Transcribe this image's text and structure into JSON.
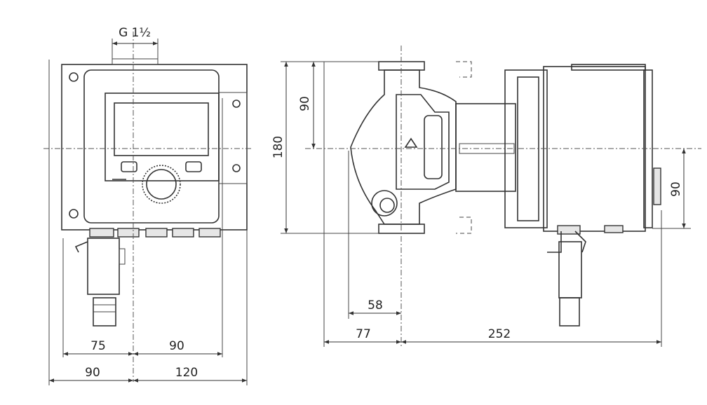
{
  "title": "Pump dimension drawing",
  "connection_label": "G 1½",
  "dimensions": {
    "front_left_inner": "75",
    "front_right_inner": "90",
    "front_left_outer": "90",
    "front_right_outer": "120",
    "total_height": "180",
    "upper_height": "90",
    "side_height_right": "90",
    "flange_offset": "58",
    "side_left": "77",
    "side_right": "252"
  }
}
